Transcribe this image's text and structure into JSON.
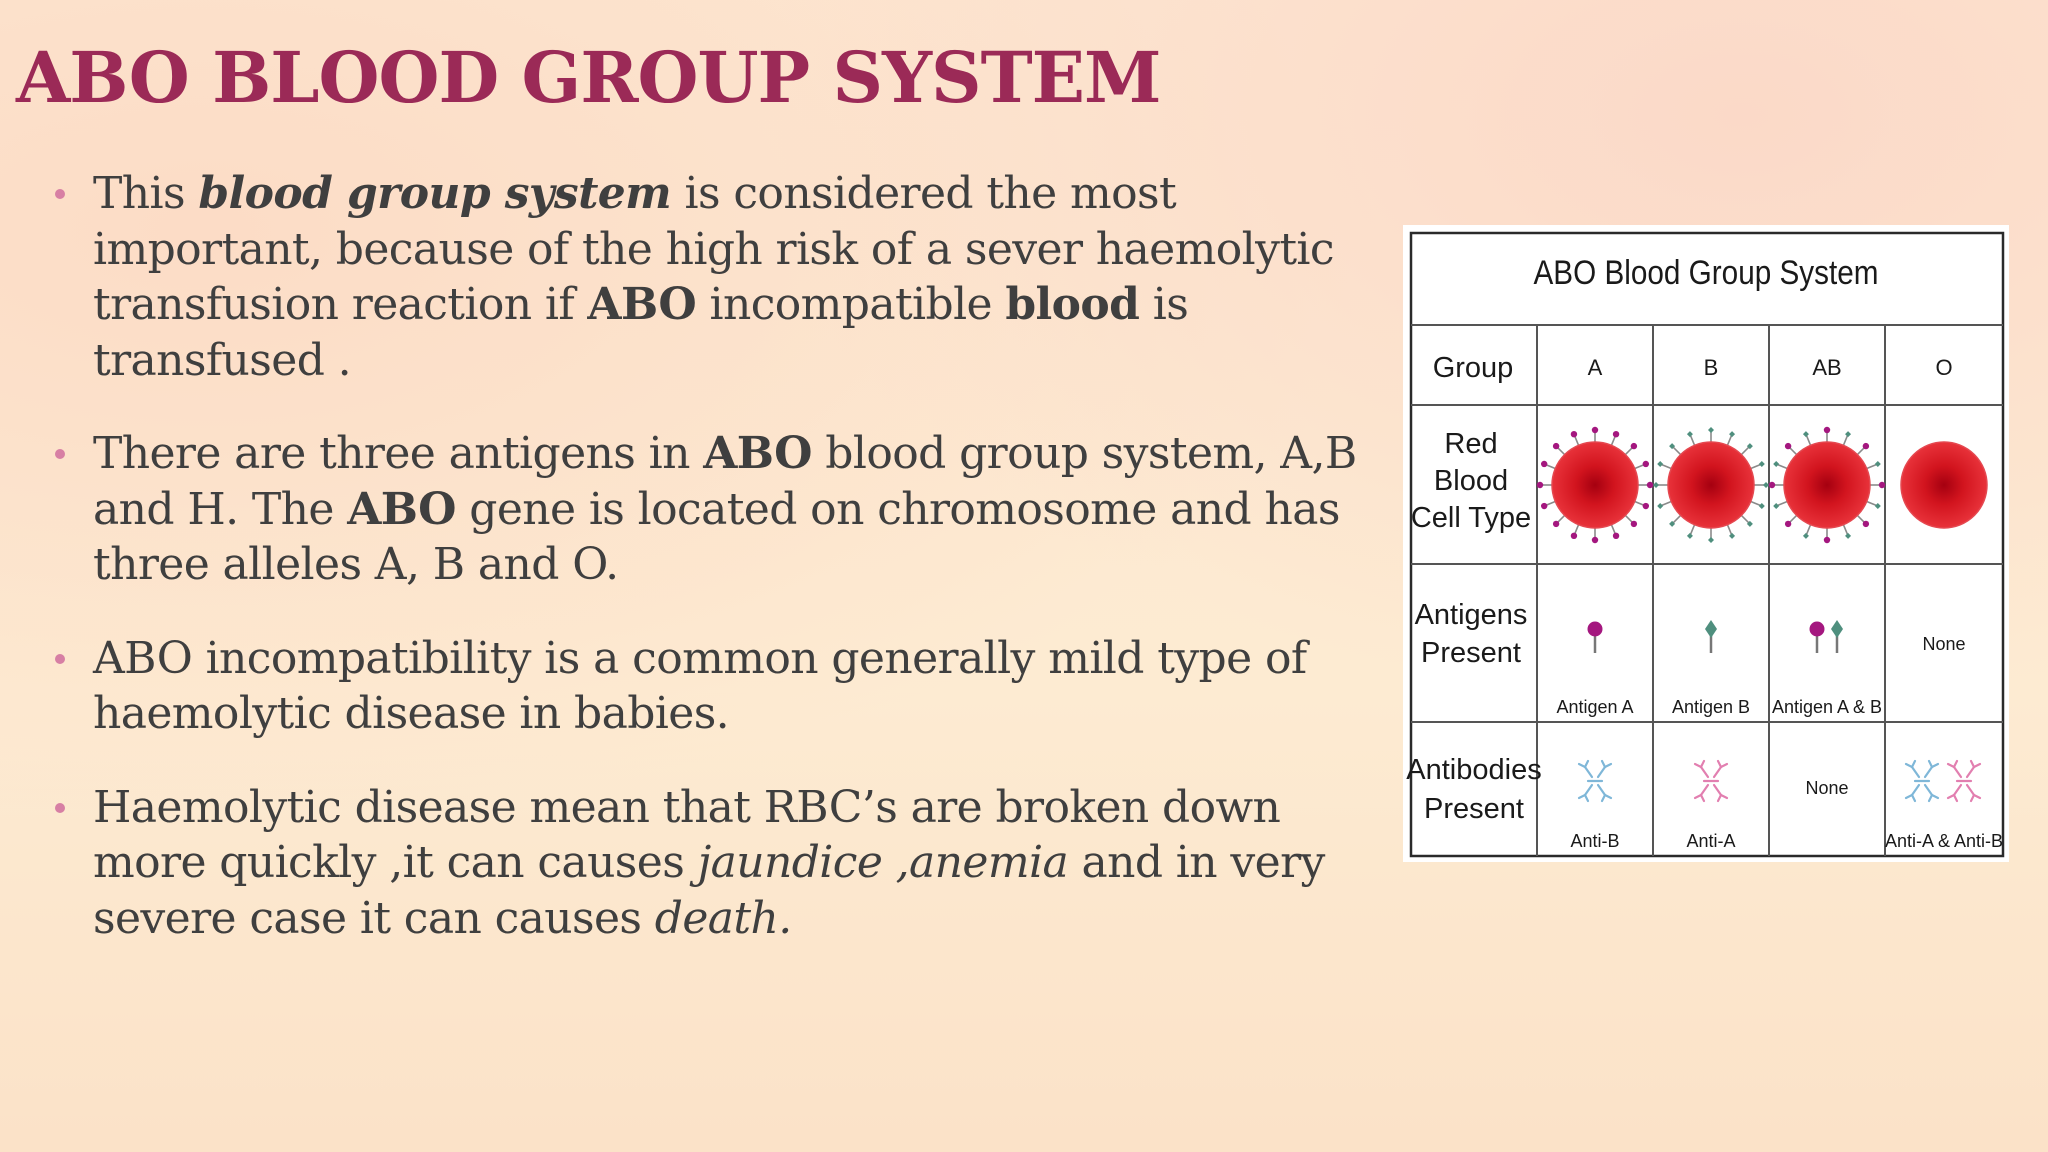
{
  "slide": {
    "title": "ABO BLOOD GROUP SYSTEM",
    "bullets": [
      {
        "lines": [
          [
            {
              "t": "This "
            },
            {
              "t": "blood group system",
              "b": true,
              "i": true
            },
            {
              "t": " is considered the most"
            }
          ],
          [
            {
              "t": "important, because of the high risk of a sever haemolytic"
            }
          ],
          [
            {
              "t": "transfusion reaction if "
            },
            {
              "t": "ABO",
              "b": true
            },
            {
              "t": " incompatible "
            },
            {
              "t": "blood",
              "b": true
            },
            {
              "t": " is"
            }
          ],
          [
            {
              "t": "transfused ."
            }
          ]
        ]
      },
      {
        "lines": [
          [
            {
              "t": "There are three antigens in "
            },
            {
              "t": "ABO",
              "b": true
            },
            {
              "t": " blood group system, A,B"
            }
          ],
          [
            {
              "t": "and H. The "
            },
            {
              "t": "ABO",
              "b": true
            },
            {
              "t": " gene is located on chromosome and has"
            }
          ],
          [
            {
              "t": "three alleles A, B and O."
            }
          ]
        ]
      },
      {
        "lines": [
          [
            {
              "t": "ABO incompatibility is a common generally mild type of"
            }
          ],
          [
            {
              "t": "haemolytic disease in babies."
            }
          ]
        ]
      },
      {
        "lines": [
          [
            {
              "t": "Haemolytic disease mean that RBC’s are broken down"
            }
          ],
          [
            {
              "t": "more quickly ,it can causes "
            },
            {
              "t": "jaundice ,anemia",
              "i": true
            },
            {
              "t": " and in very"
            }
          ],
          [
            {
              "t": "severe case it can causes "
            },
            {
              "t": "death.",
              "i": true
            }
          ]
        ]
      }
    ]
  },
  "figure": {
    "title": "ABO Blood Group System",
    "row_labels": {
      "group": "Group",
      "rbc": [
        "Red",
        "Blood",
        "Cell Type"
      ],
      "antigens": [
        "Antigens",
        "Present"
      ],
      "antibodies": [
        "Antibodies",
        "Present"
      ]
    },
    "groups": [
      "A",
      "B",
      "AB",
      "O"
    ],
    "antigen_captions": [
      "Antigen A",
      "Antigen B",
      "Antigen A & B",
      "None"
    ],
    "antibody_captions": [
      "Anti-B",
      "Anti-A",
      "None",
      "Anti-A & Anti-B"
    ],
    "colors": {
      "title": "#9b2a57",
      "text": "#3f3f3f",
      "bullet": "#d77fa4",
      "cell_red": "#d8141f",
      "antigen_a": "#a4177f",
      "antigen_b": "#4f8f7e",
      "antibody_blue": "#7fb7d8",
      "antibody_pink": "#e27fb0"
    }
  }
}
